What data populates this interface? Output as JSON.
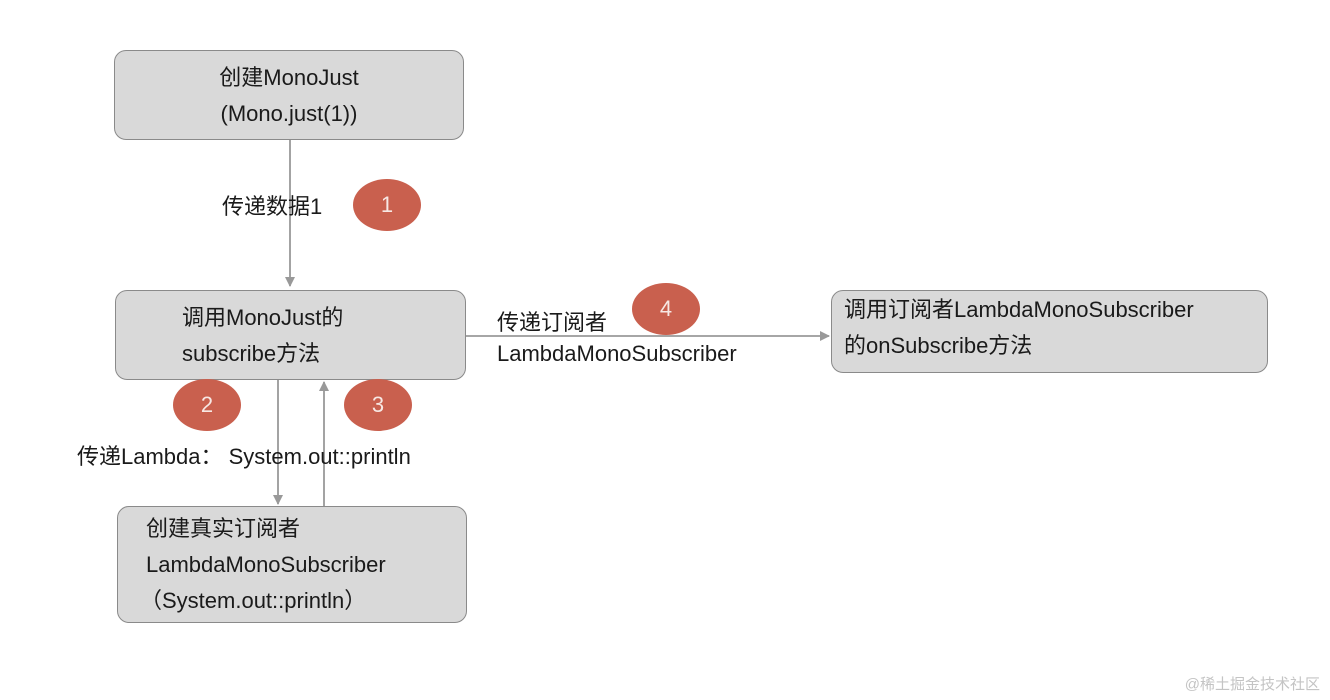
{
  "nodes": {
    "create_monojust": {
      "line1": "创建MonoJust",
      "line2": "(Mono.just(1))"
    },
    "call_subscribe": {
      "line1": "调用MonoJust的",
      "line2": "subscribe方法"
    },
    "create_subscriber": {
      "line1": "创建真实订阅者",
      "line2": "LambdaMonoSubscriber",
      "line3": "（System.out::println）"
    },
    "call_onsubscribe": {
      "line1": "调用订阅者LambdaMonoSubscriber",
      "line2": "的onSubscribe方法"
    }
  },
  "edges": {
    "pass_data": "传递数据1",
    "pass_lambda": "传递Lambda： System.out::println",
    "pass_subscriber_line1": "传递订阅者",
    "pass_subscriber_line2": "LambdaMonoSubscriber"
  },
  "steps": [
    "1",
    "2",
    "3",
    "4"
  ],
  "colors": {
    "badge": "#c9604e",
    "box_fill": "#d9d9d9",
    "box_border": "#8a8a8a",
    "arrow": "#999999"
  },
  "watermark": "@稀土掘金技术社区"
}
